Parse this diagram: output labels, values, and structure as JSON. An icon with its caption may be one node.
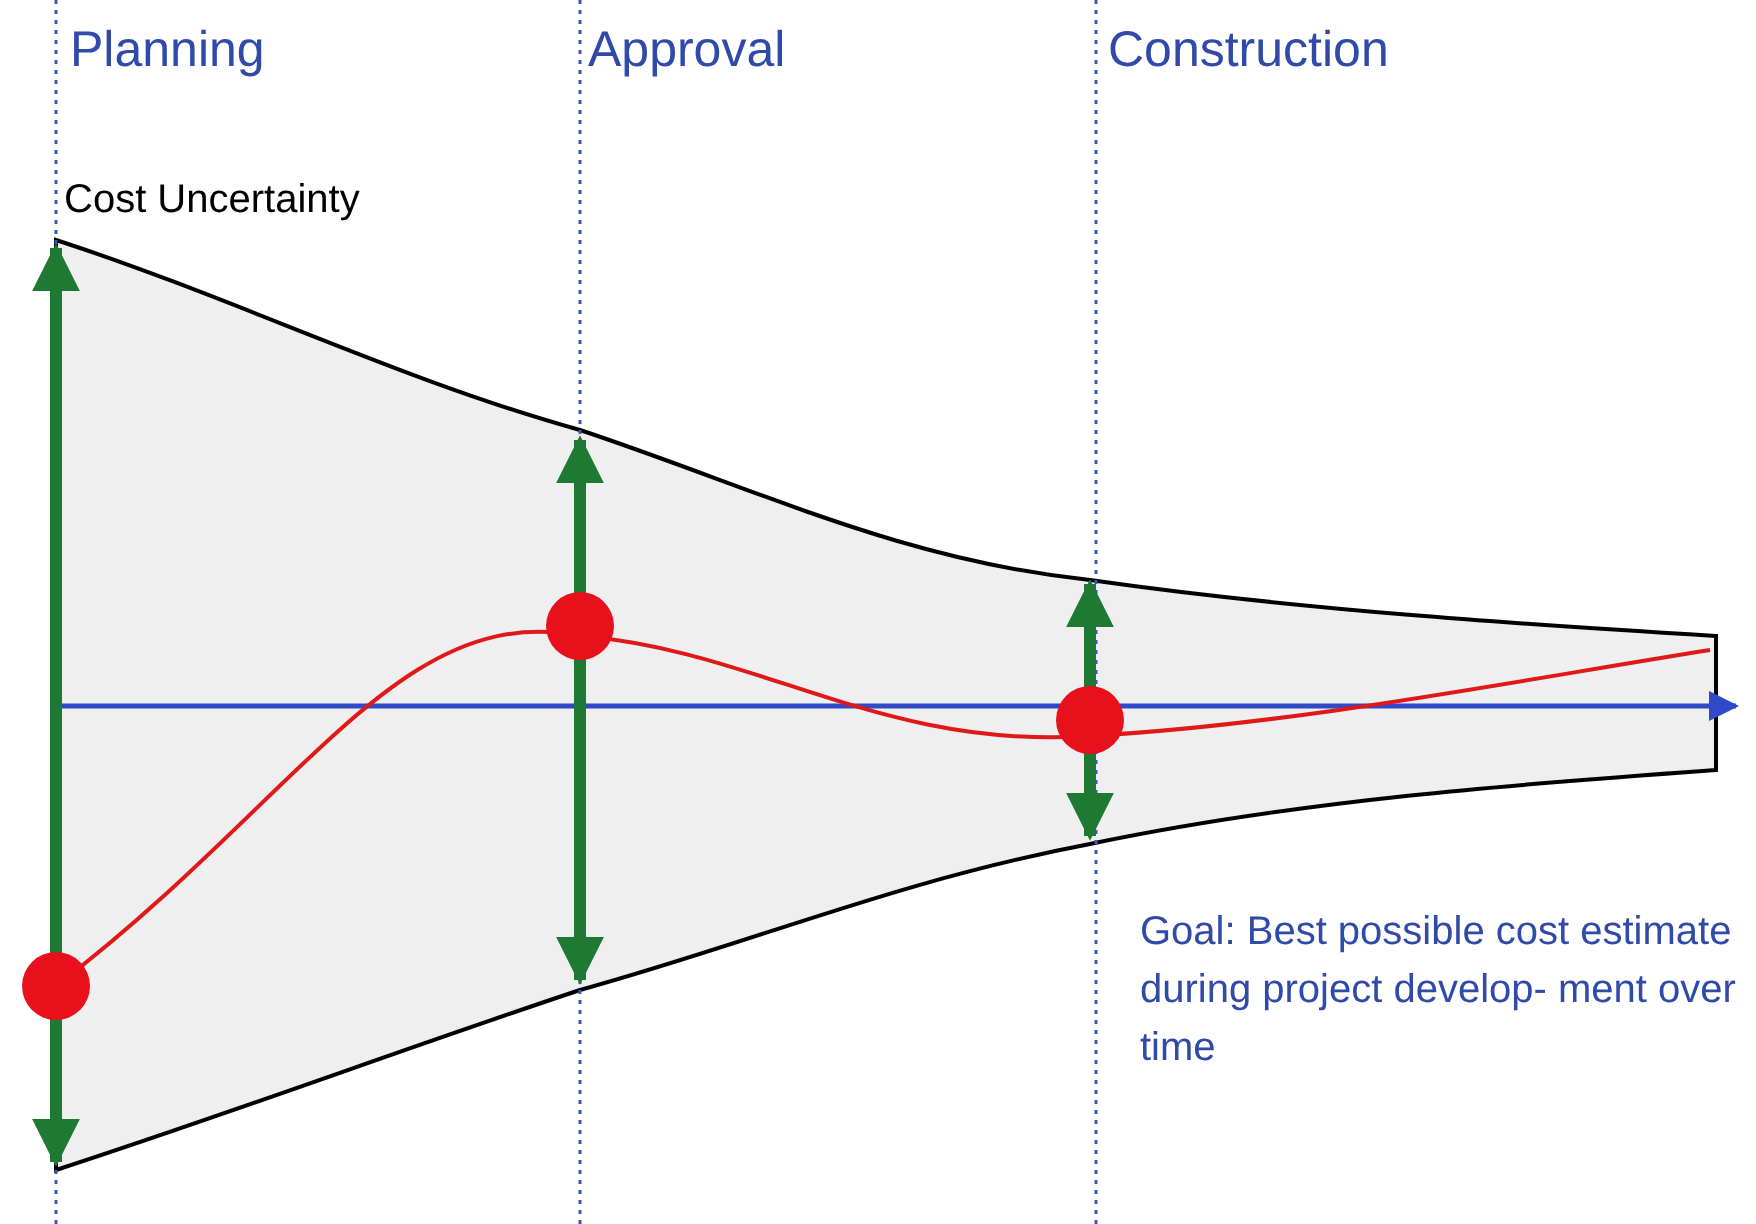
{
  "diagram": {
    "labels": [
      "Planning",
      "Approval",
      "Construction",
      "Cost Uncertainty",
      "Goal: Best possible cost estimate during project develop- ment over time"
    ]
  }
}
